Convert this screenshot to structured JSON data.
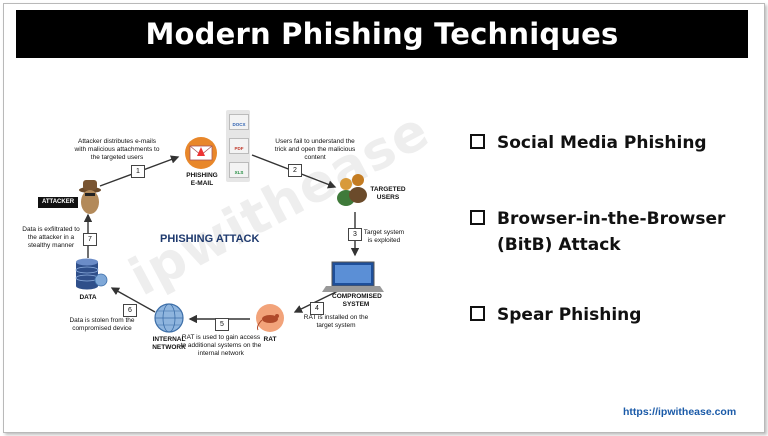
{
  "title": "Modern Phishing Techniques",
  "watermark": "ipwithease",
  "diagram": {
    "center_label": "PHISHING ATTACK",
    "nodes": {
      "attacker": "ATTACKER",
      "phishing_email": "PHISHING E-MAIL",
      "targeted_users": "TARGETED USERS",
      "compromised_system": "COMPROMISED SYSTEM",
      "rat": "RAT",
      "internal_network": "INTERNAL NETWORK",
      "data": "DATA"
    },
    "documents": [
      "DOCX",
      "PDF",
      "XLS"
    ],
    "steps": [
      {
        "num": "1",
        "text": "Attacker distributes e-mails with malicious attachments to the targeted users"
      },
      {
        "num": "2",
        "text": "Users fail to understand the trick and open the malicious content"
      },
      {
        "num": "3",
        "text": "Target system is exploited"
      },
      {
        "num": "4",
        "text": "RAT is installed on the target system"
      },
      {
        "num": "5",
        "text": "RAT is used to gain access to additional systems on the internal network"
      },
      {
        "num": "6",
        "text": "Data is stolen from the compromised device"
      },
      {
        "num": "7",
        "text": "Data is exfiltrated to the attacker in a stealthy manner"
      }
    ]
  },
  "techniques": [
    {
      "line1": "Social Media Phishing",
      "line2": ""
    },
    {
      "line1": "Browser-in-the-Browser",
      "line2": "(BitB) Attack"
    },
    {
      "line1": "Spear Phishing",
      "line2": ""
    }
  ],
  "source": "https://ipwithease.com",
  "colors": {
    "title_bg": "#000000",
    "title_text": "#ffffff",
    "center_label": "#1f3a6e",
    "source_link": "#1a5aa8",
    "arrow": "#333333"
  },
  "icons": [
    "envelope-icon",
    "users-icon",
    "laptop-icon",
    "rat-icon",
    "network-globe-icon",
    "database-icon",
    "hacker-icon"
  ]
}
